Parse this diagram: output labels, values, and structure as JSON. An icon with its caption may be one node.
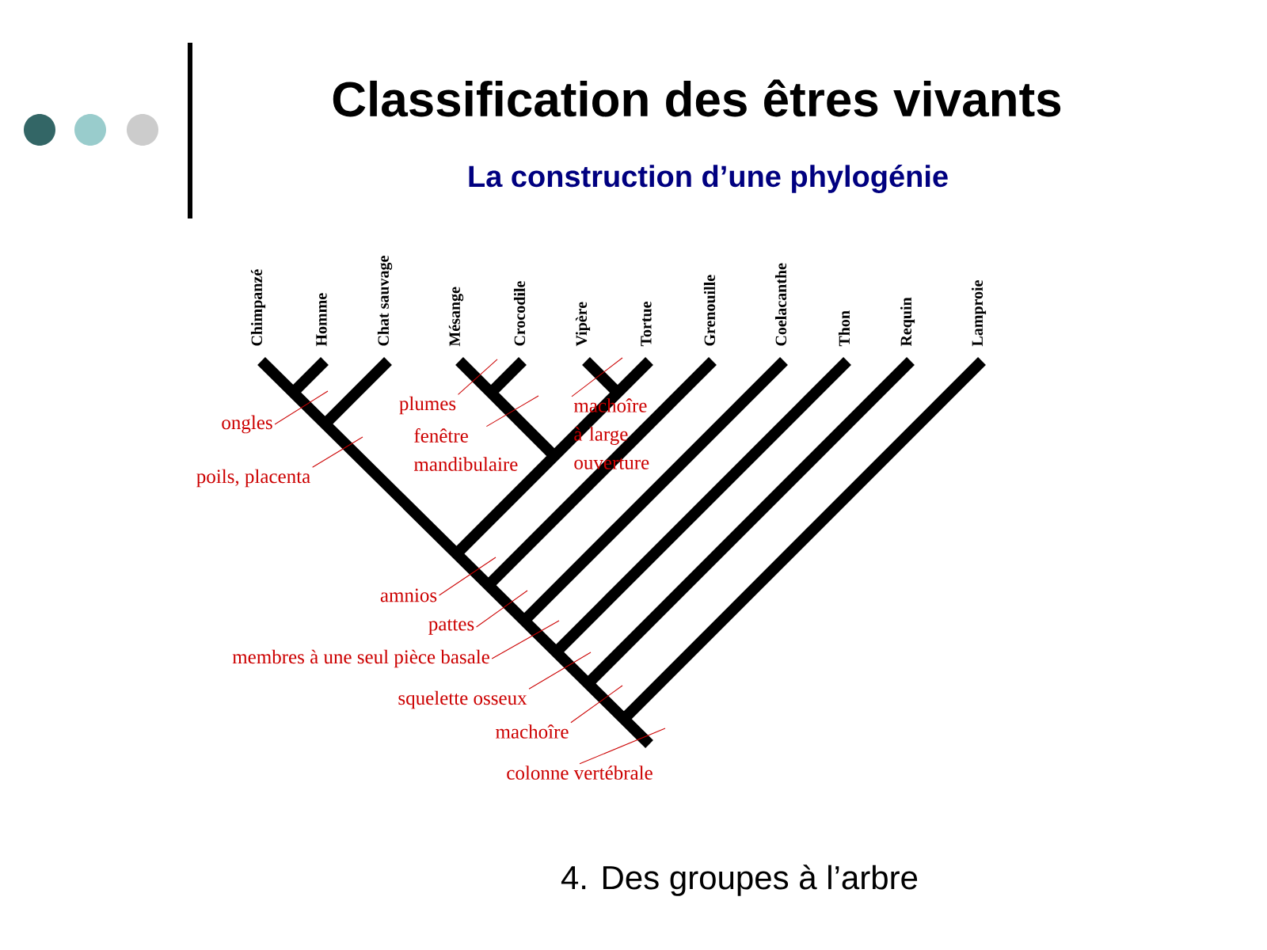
{
  "diagram": {
    "title": "Classification des êtres vivants",
    "nodes": [
      {
        "text": [
          "ongles"
        ]
      },
      {
        "text": [
          "poils, placenta"
        ]
      },
      {
        "text": [
          "plumes"
        ]
      },
      {
        "text": [
          "fenêtre mandibulaire"
        ]
      },
      {
        "text": [
          "machoîre à large ouverture"
        ]
      },
      {
        "text": [
          "amnios"
        ]
      },
      {
        "text": [
          "pattes"
        ]
      },
      {
        "text": [
          "membres à une seul pièce basale"
        ]
      },
      {
        "text": [
          "squelette osseux"
        ]
      },
      {
        "text": [
          "machoîre"
        ]
      },
      {
        "text": [
          "colonne vertébrale"
        ]
      }
    ],
    "edges": [
      {
        "from": 0,
        "to": null,
        "arrow": "none"
      },
      {
        "from": 1,
        "to": null,
        "arrow": "none"
      },
      {
        "from": 2,
        "to": null,
        "arrow": "none"
      },
      {
        "from": 3,
        "to": null,
        "arrow": "none"
      },
      {
        "from": 4,
        "to": null,
        "arrow": "none"
      },
      {
        "from": 5,
        "to": null,
        "arrow": "none"
      },
      {
        "from": 6,
        "to": null,
        "arrow": "none"
      },
      {
        "from": 7,
        "to": null,
        "arrow": "none"
      },
      {
        "from": 8,
        "to": null,
        "arrow": "none"
      },
      {
        "from": 9,
        "to": null,
        "arrow": "none"
      },
      {
        "from": 10,
        "to": null,
        "arrow": "none"
      }
    ],
    "labels": [
      "La construction d’une phylogénie",
      "Chimpanzé",
      "Homme",
      "Chat sauvage",
      "Mésange",
      "Crocodile",
      "Vipère",
      "Tortue",
      "Grenouille",
      "Coelacanthe",
      "Thon",
      "Requin",
      "Lamproie",
      "4. Des groupes à l’arbre"
    ]
  }
}
